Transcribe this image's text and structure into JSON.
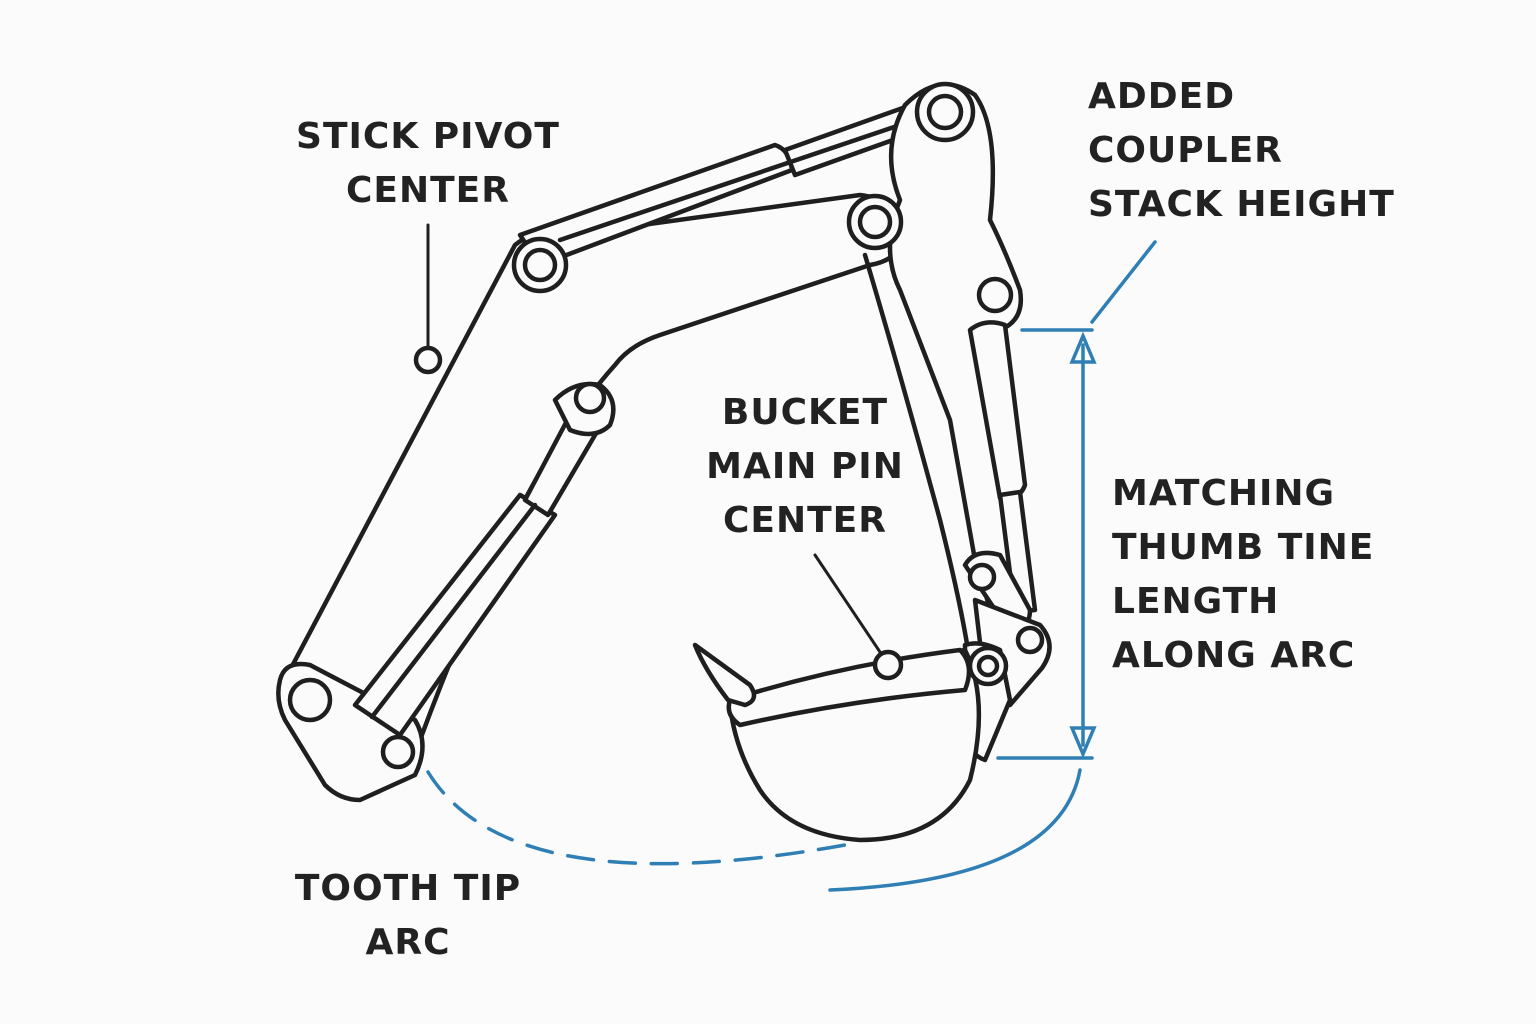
{
  "labels": {
    "stick_pivot": {
      "lines": [
        "STICK PIVOT",
        "CENTER"
      ]
    },
    "coupler": {
      "lines": [
        "ADDED",
        "COUPLER",
        "STACK HEIGHT"
      ]
    },
    "bucket_pin": {
      "lines": [
        "BUCKET",
        "MAIN PIN",
        "CENTER"
      ]
    },
    "thumb_tine": {
      "lines": [
        "MATCHING",
        "THUMB TINE",
        "LENGTH",
        "ALONG ARC"
      ]
    },
    "tooth_arc": {
      "lines": [
        "TOOTH TIP",
        "ARC"
      ]
    }
  },
  "colors": {
    "line": "#1f1f1f",
    "accent": "#2f7fb5",
    "text": "#222222",
    "background": "#fbfbfb"
  }
}
